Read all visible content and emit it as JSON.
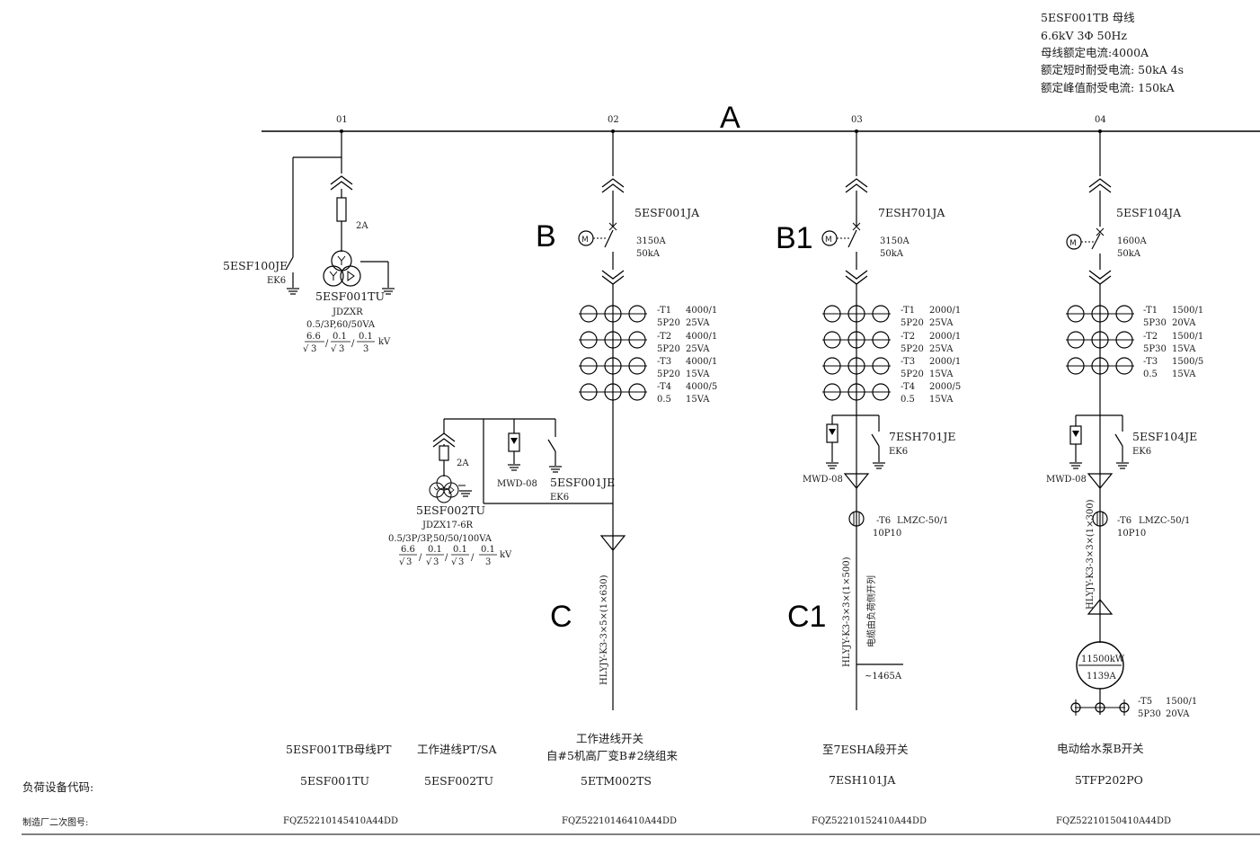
{
  "busbar_info": {
    "name": "5ESF001TB 母线",
    "voltage": "6.6kV 3Φ 50Hz",
    "rated_current": "母线额定电流:4000A",
    "short_time": "额定短时耐受电流: 50kA 4s",
    "peak": "额定峰值耐受电流: 150kA"
  },
  "markers": {
    "a": "A",
    "b": "B",
    "b1": "B1",
    "c": "C",
    "c1": "C1"
  },
  "panels": {
    "p01": {
      "number": "01",
      "fuse_rating": "2A",
      "earth_switch": "5ESF100JE",
      "earth_switch_type": "EK6",
      "pt_name": "5ESF001TU",
      "pt_model": "JDZXR",
      "pt_class": "0.5/3P,60/50VA",
      "ratio": {
        "n1": "6.6",
        "d1": "3",
        "n2": "0.1",
        "d2": "3",
        "n3": "0.1",
        "d3": "3",
        "unit": "kV"
      }
    },
    "p02": {
      "number": "02",
      "breaker": "5ESF001JA",
      "breaker_current": "3150A",
      "breaker_break": "50kA",
      "motor": "M",
      "ct": [
        {
          "name": "-T1",
          "ratio": "4000/1",
          "cls": "5P20",
          "va": "25VA"
        },
        {
          "name": "-T2",
          "ratio": "4000/1",
          "cls": "5P20",
          "va": "25VA"
        },
        {
          "name": "-T3",
          "ratio": "4000/1",
          "cls": "5P20",
          "va": "15VA"
        },
        {
          "name": "-T4",
          "ratio": "4000/5",
          "cls": "0.5",
          "va": "15VA"
        }
      ],
      "pt2_fuse": "2A",
      "pt2_name": "5ESF002TU",
      "pt2_model": "JDZX17-6R",
      "pt2_class": "0.5/3P/3P,50/50/100VA",
      "pt2_ratio": {
        "n1": "6.6",
        "d1": "3",
        "n2": "0.1",
        "d2": "3",
        "n3": "0.1",
        "d3": "3",
        "n4": "0.1",
        "d4": "3",
        "unit": "kV"
      },
      "arrester": "MWD-08",
      "earth_switch": "5ESF001JE",
      "earth_switch_type": "EK6",
      "cable": "HLYJY-K3-3×5×(1×630)"
    },
    "p03": {
      "number": "03",
      "breaker": "7ESH701JA",
      "breaker_current": "3150A",
      "breaker_break": "50kA",
      "motor": "M",
      "ct": [
        {
          "name": "-T1",
          "ratio": "2000/1",
          "cls": "5P20",
          "va": "25VA"
        },
        {
          "name": "-T2",
          "ratio": "2000/1",
          "cls": "5P20",
          "va": "25VA"
        },
        {
          "name": "-T3",
          "ratio": "2000/1",
          "cls": "5P20",
          "va": "15VA"
        },
        {
          "name": "-T4",
          "ratio": "2000/5",
          "cls": "0.5",
          "va": "15VA"
        }
      ],
      "earth_switch": "7ESH701JE",
      "earth_switch_type": "EK6",
      "arrester": "MWD-08",
      "zct_name": "-T6",
      "zct_model": "LMZC-50/1",
      "zct_class": "10P10",
      "cable": "HLYJY-K3-3×3×(1×500)",
      "cable_note": "电缆由负荷侧开列",
      "load_current": "~1465A"
    },
    "p04": {
      "number": "04",
      "breaker": "5ESF104JA",
      "breaker_current": "1600A",
      "breaker_break": "50kA",
      "motor": "M",
      "ct": [
        {
          "name": "-T1",
          "ratio": "1500/1",
          "cls": "5P30",
          "va": "20VA"
        },
        {
          "name": "-T2",
          "ratio": "1500/1",
          "cls": "5P30",
          "va": "15VA"
        },
        {
          "name": "-T3",
          "ratio": "1500/5",
          "cls": "0.5",
          "va": "15VA"
        }
      ],
      "earth_switch": "5ESF104JE",
      "earth_switch_type": "EK6",
      "arrester": "MWD-08",
      "zct_name": "-T6",
      "zct_model": "LMZC-50/1",
      "zct_class": "10P10",
      "cable": "HLYJY-K3-3×3×(1×300)",
      "motor_power": "11500kW",
      "motor_current": "1139A",
      "ct5_name": "-T5",
      "ct5_ratio": "1500/1",
      "ct5_cls": "5P30",
      "ct5_va": "20VA"
    }
  },
  "footer": {
    "load_code_label": "负荷设备代码:",
    "drawing_label": "制造厂二次图号:",
    "col1": {
      "desc": "5ESF001TB母线PT",
      "code": "5ESF001TU",
      "drawing": "FQZ52210145410A44DD"
    },
    "col2": {
      "desc": "工作进线PT/SA",
      "code": "5ESF002TU"
    },
    "col3": {
      "desc1": "工作进线开关",
      "desc2": "自#5机高厂变B#2绕组来",
      "code": "5ETM002TS",
      "drawing": "FQZ52210146410A44DD"
    },
    "col4": {
      "desc": "至7ESHA段开关",
      "code": "7ESH101JA",
      "drawing": "FQZ52210152410A44DD"
    },
    "col5": {
      "desc": "电动给水泵B开关",
      "code": "5TFP202PO",
      "drawing": "FQZ52210150410A44DD"
    }
  }
}
